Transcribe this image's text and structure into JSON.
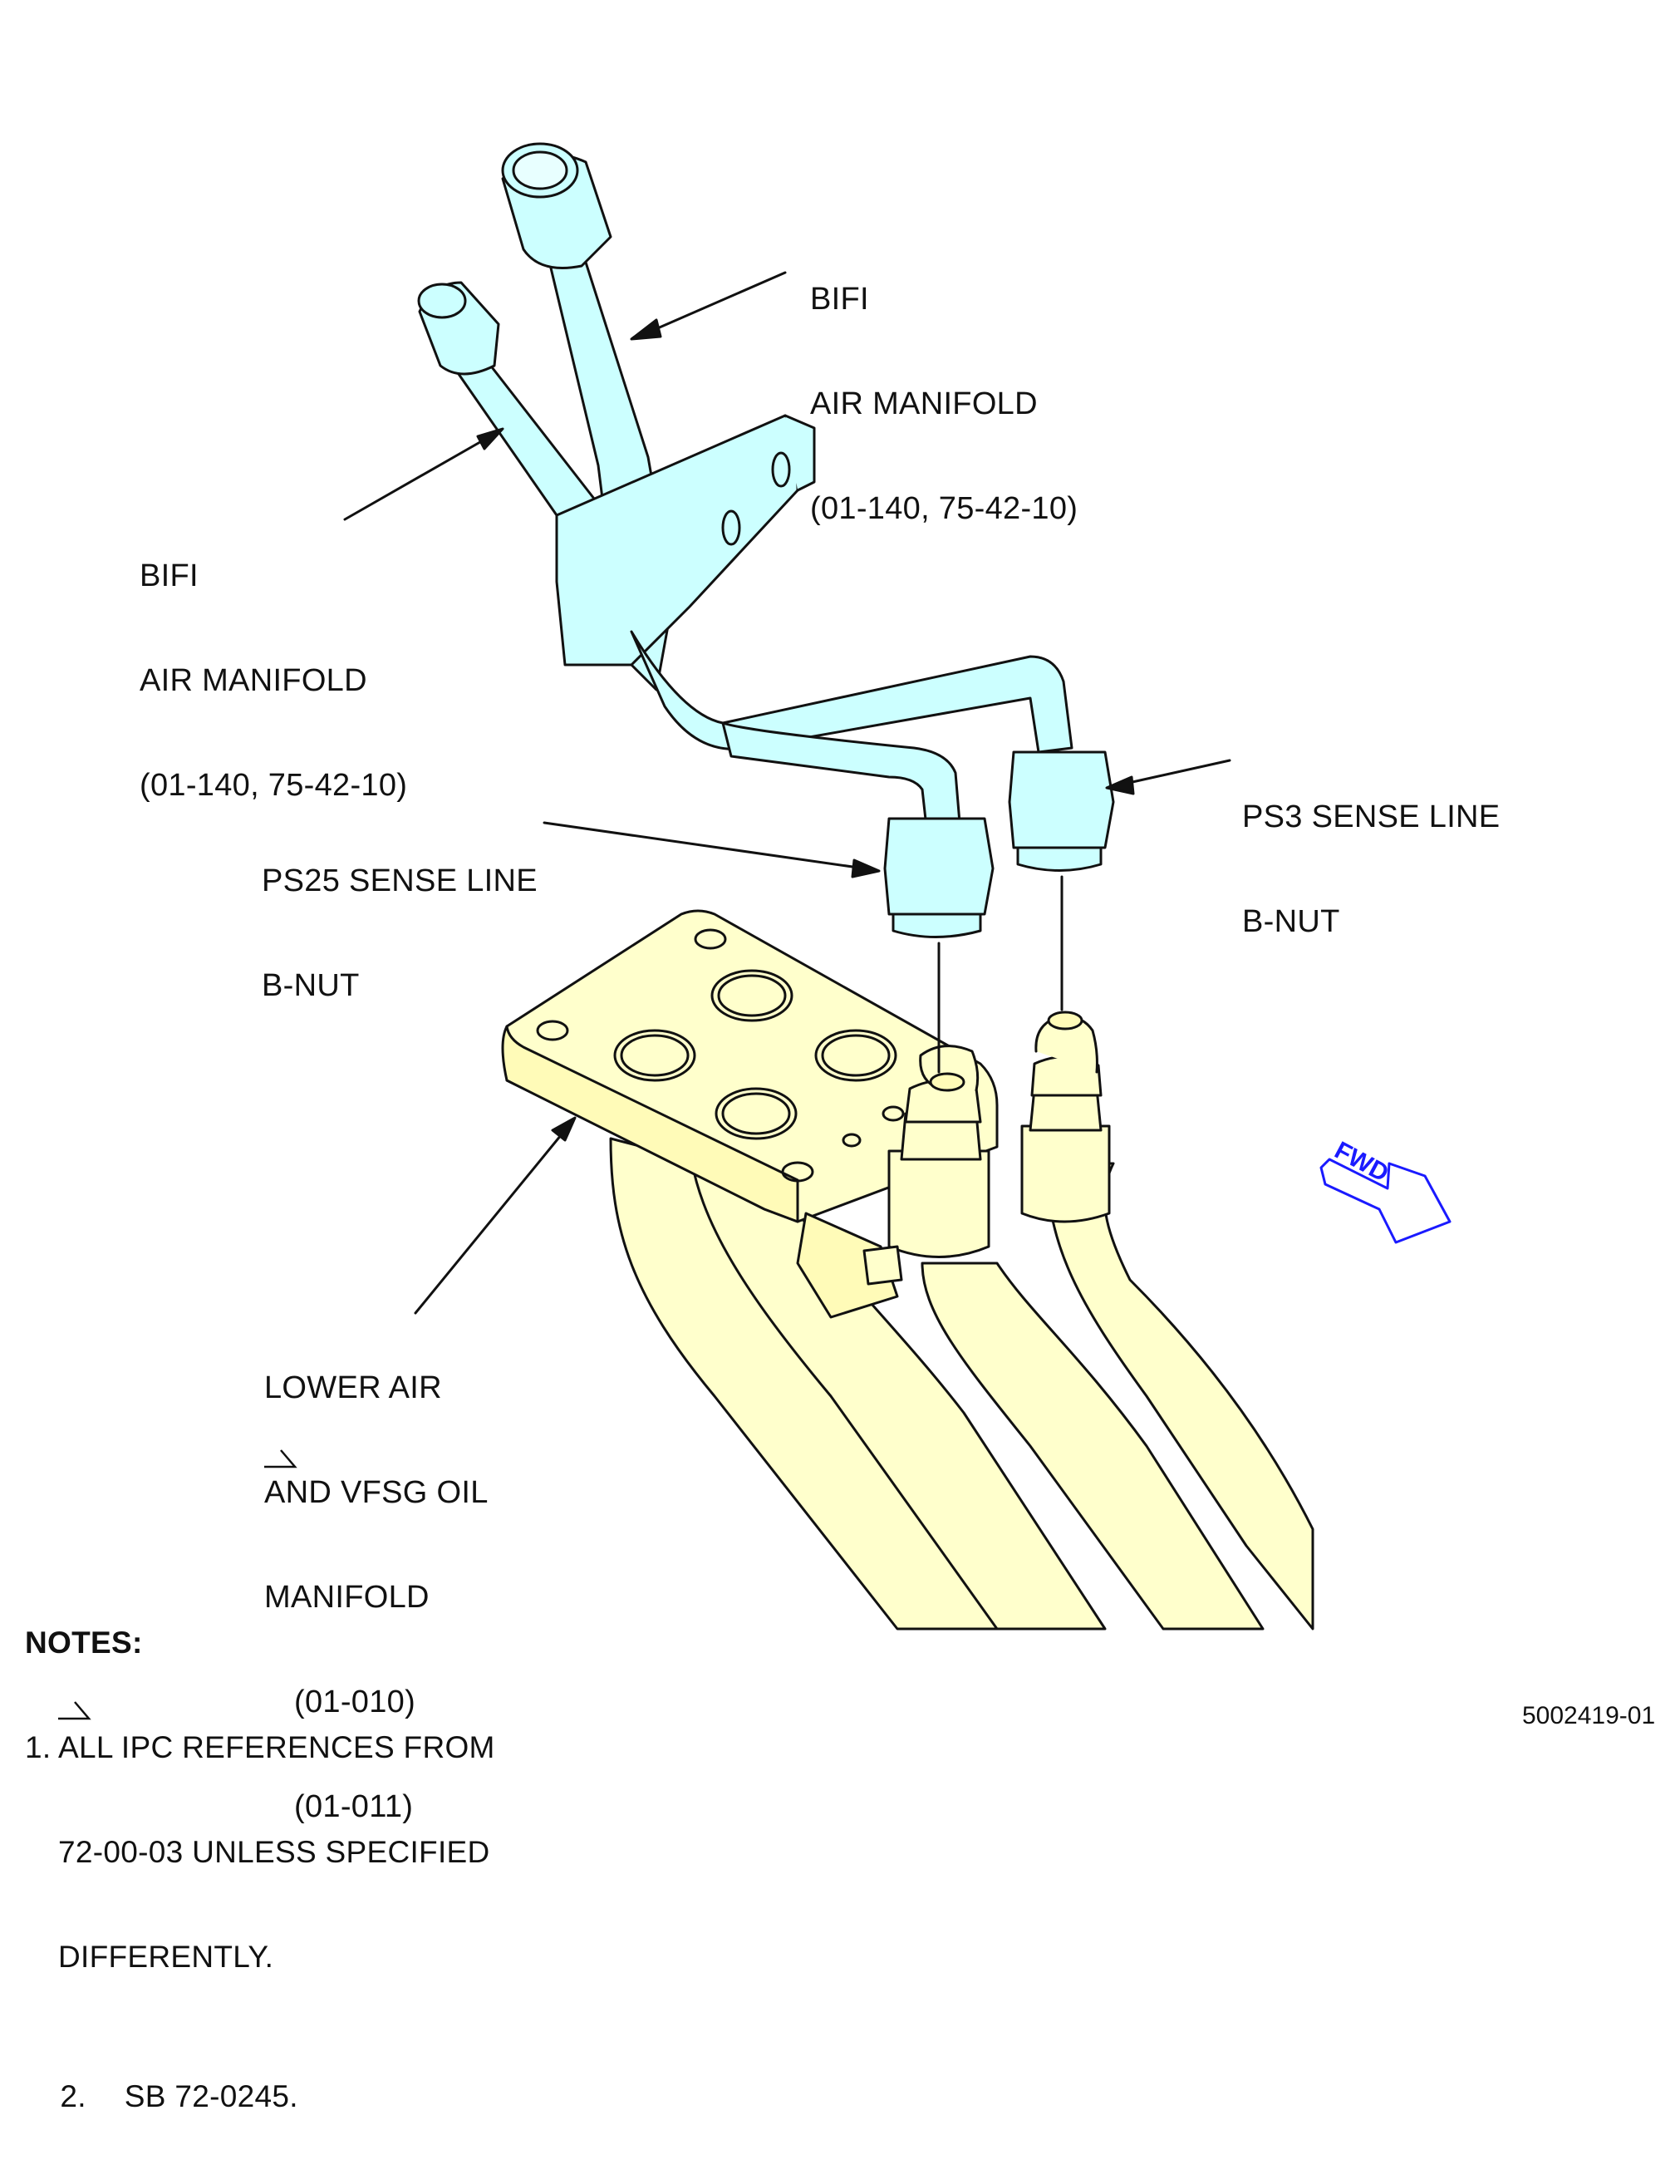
{
  "labels": {
    "upper_bifi": [
      "BIFI",
      "AIR MANIFOLD",
      "(01-140, 75-42-10)"
    ],
    "left_bifi": [
      "BIFI",
      "AIR MANIFOLD",
      "(01-140, 75-42-10)"
    ],
    "ps3": [
      "PS3 SENSE LINE",
      "B-NUT"
    ],
    "ps25": [
      "PS25 SENSE LINE",
      "B-NUT"
    ],
    "lower_manifold": [
      "LOWER AIR",
      "AND VFSG OIL",
      "MANIFOLD",
      "(01-010)",
      "(01-011)"
    ],
    "fwd": "FWD"
  },
  "notes": {
    "title": "NOTES:",
    "items": [
      [
        "1. ALL IPC REFERENCES FROM",
        "72-00-03 UNLESS SPECIFIED",
        "DIFFERENTLY."
      ],
      [
        "2.",
        "SB 72-0245."
      ]
    ]
  },
  "figure_number": "5002419-01",
  "colors": {
    "bifi_fill": "#ccffff",
    "manifold_fill": "#ffffcc",
    "fwd_blue": "#1a1aff",
    "line": "#111111"
  }
}
